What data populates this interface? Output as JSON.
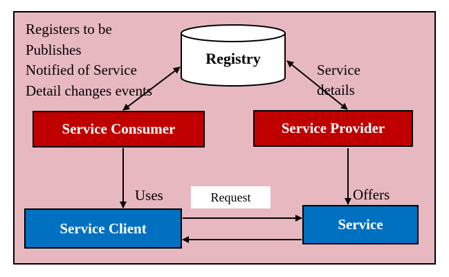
{
  "colors": {
    "background": "#e8b8c0",
    "consumer_provider_fill": "#c00000",
    "client_service_fill": "#0070c0",
    "registry_fill": "#ffffff",
    "arrow": "#000000"
  },
  "notes": [
    "Registers to be",
    "Publishes",
    "Notified of Service",
    "Detail changes events"
  ],
  "registry": {
    "label": "Registry",
    "shape": "cylinder"
  },
  "provider_note": {
    "line1": "Service",
    "line2": "details"
  },
  "nodes": {
    "consumer": "Service Consumer",
    "provider": "Service Provider",
    "client": "Service Client",
    "service": "Service"
  },
  "edge_labels": {
    "uses": "Uses",
    "offers": "Offers",
    "request": "Request"
  },
  "edges": [
    {
      "from": "registry",
      "to": "consumer",
      "style": "bidirectional"
    },
    {
      "from": "registry",
      "to": "provider",
      "style": "bidirectional"
    },
    {
      "from": "consumer",
      "to": "client",
      "label": "Uses"
    },
    {
      "from": "provider",
      "to": "service",
      "label": "Offers"
    },
    {
      "from": "client",
      "to": "service",
      "label": "Request"
    },
    {
      "from": "service",
      "to": "client"
    }
  ]
}
